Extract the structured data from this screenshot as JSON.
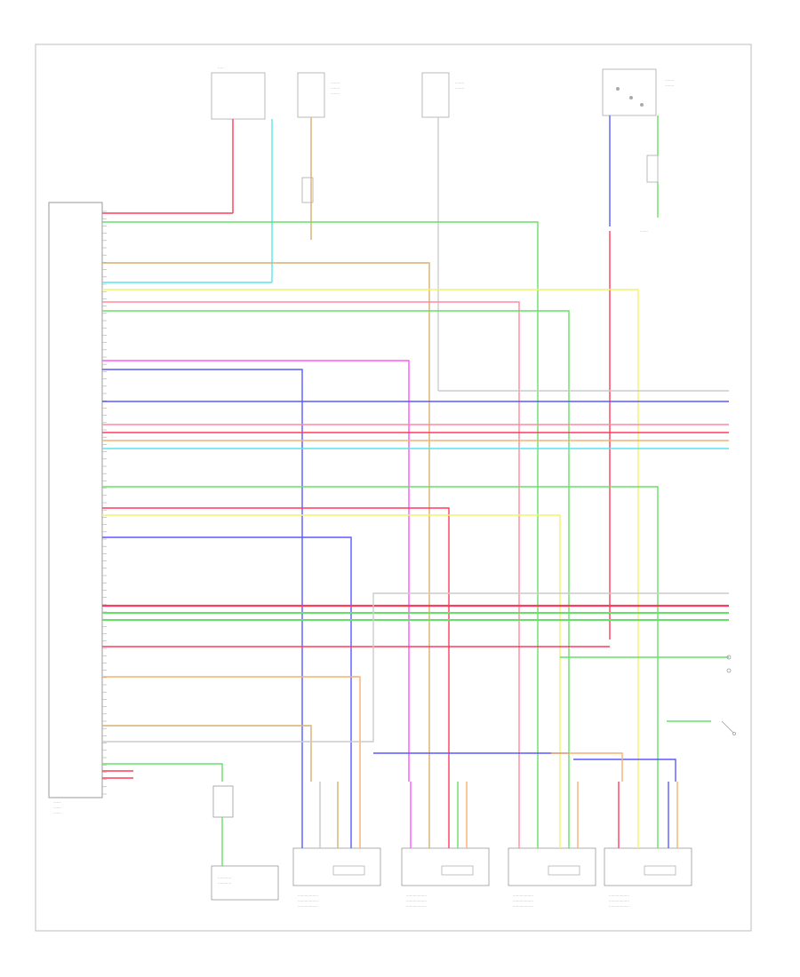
{
  "diagram": {
    "colors": {
      "red": "#ff3b5c",
      "pink": "#ff8aa0",
      "green": "#66e066",
      "blue": "#5a5aff",
      "cyan": "#55e6ee",
      "yellow": "#f3f36a",
      "orange": "#f5b070",
      "tan": "#d9b070",
      "magenta": "#ff55ff",
      "gray": "#c8c8c8",
      "frame": "#bdbdbd"
    },
    "footer_code": "",
    "components": [
      {
        "id": "control-unit",
        "label": ""
      },
      {
        "id": "fuse-box-top",
        "label": ""
      },
      {
        "id": "junction-a",
        "label": ""
      },
      {
        "id": "fuse-top-mid",
        "label": ""
      },
      {
        "id": "transmission-switch",
        "label": ""
      },
      {
        "id": "heater-unit-1",
        "label": ""
      },
      {
        "id": "heater-unit-2",
        "label": ""
      },
      {
        "id": "heater-unit-3",
        "label": ""
      },
      {
        "id": "heater-unit-4",
        "label": ""
      },
      {
        "id": "ground-module",
        "label": ""
      }
    ],
    "wires": [
      {
        "id": "w1",
        "color": "red"
      },
      {
        "id": "w2",
        "color": "green"
      },
      {
        "id": "w3",
        "color": "cyan"
      },
      {
        "id": "w4",
        "color": "tan"
      },
      {
        "id": "w5",
        "color": "yellow"
      },
      {
        "id": "w6",
        "color": "pink"
      },
      {
        "id": "w7",
        "color": "green"
      },
      {
        "id": "w8",
        "color": "magenta"
      },
      {
        "id": "w9",
        "color": "blue"
      },
      {
        "id": "w10",
        "color": "orange"
      },
      {
        "id": "w11",
        "color": "red"
      }
    ]
  }
}
